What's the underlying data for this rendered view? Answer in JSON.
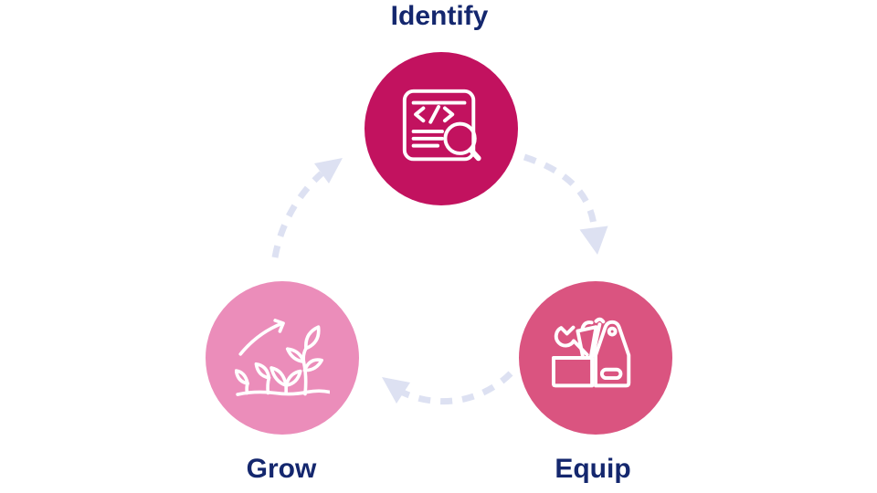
{
  "diagram": {
    "type": "cycle",
    "direction": "clockwise",
    "nodes": [
      {
        "id": "identify",
        "label": "Identify",
        "icon": "code-search-icon",
        "circle_color": "#C2125F",
        "position": "top"
      },
      {
        "id": "equip",
        "label": "Equip",
        "icon": "toolbox-icon",
        "circle_color": "#DA5480",
        "position": "bottom-right"
      },
      {
        "id": "grow",
        "label": "Grow",
        "icon": "plant-growth-icon",
        "circle_color": "#EB8DBA",
        "position": "bottom-left"
      }
    ],
    "edges": [
      {
        "from": "identify",
        "to": "equip",
        "style": "dashed-arc"
      },
      {
        "from": "equip",
        "to": "grow",
        "style": "dashed-arc"
      },
      {
        "from": "grow",
        "to": "identify",
        "style": "dashed-arc"
      }
    ],
    "colors": {
      "label_text": "#14276E",
      "arrow": "#DDE1F2",
      "icon_stroke": "#FFFFFF",
      "background": "#FFFFFF"
    }
  }
}
